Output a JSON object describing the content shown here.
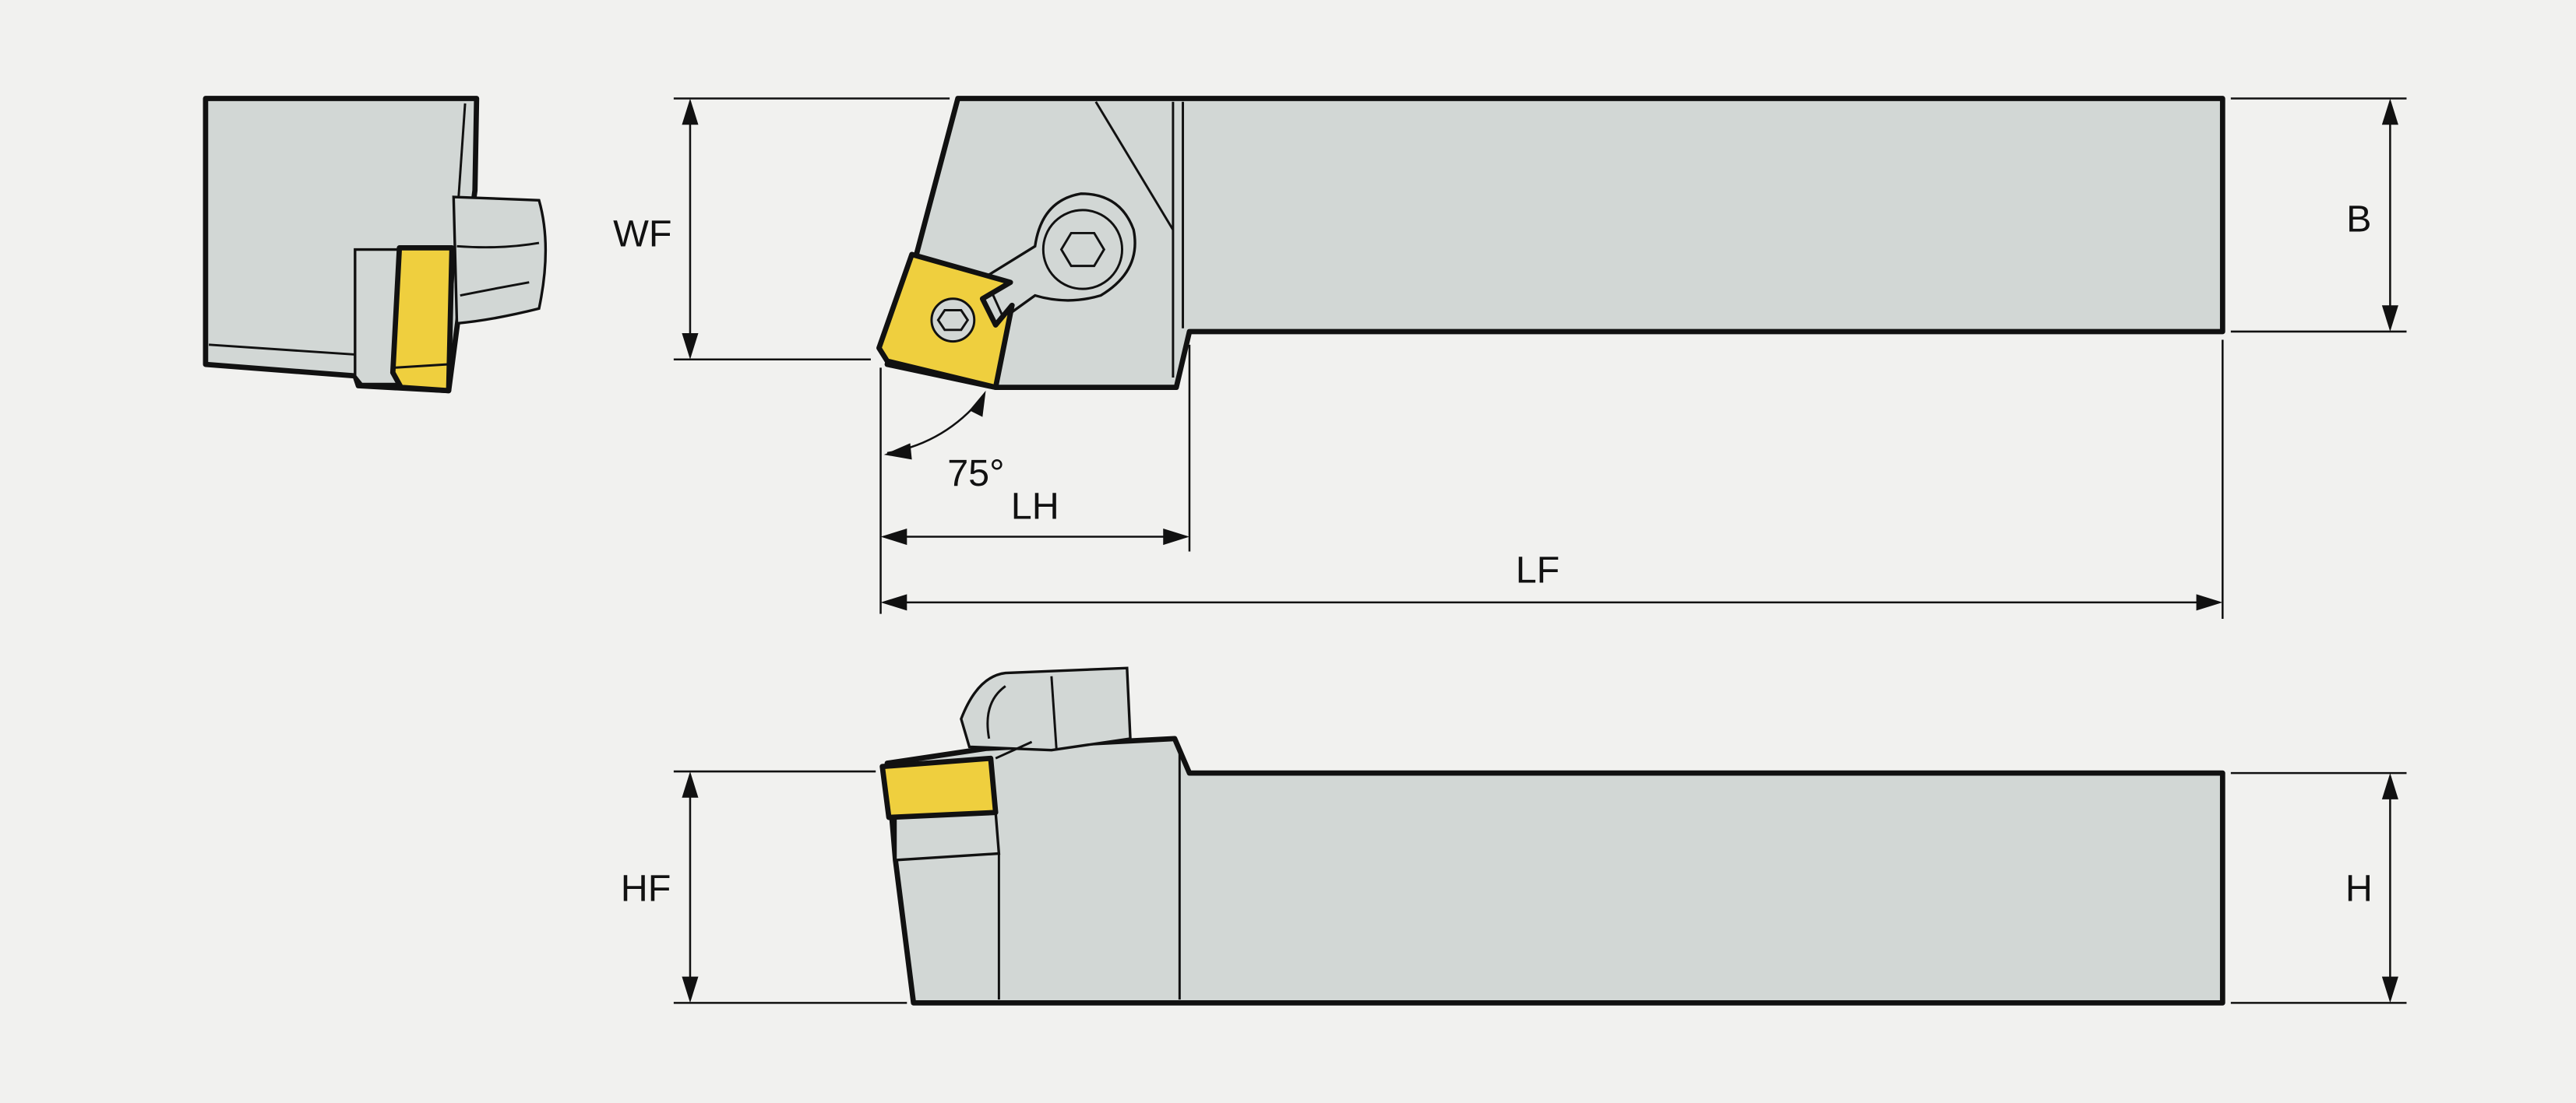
{
  "title": "Tool holder dimension drawing",
  "colors": {
    "body": "#d2d7d5",
    "insert": "#efcf3e",
    "outline": "#111111",
    "background": "#f1f1ef"
  },
  "labels": {
    "wf": "WF",
    "b": "B",
    "angle": "75°",
    "lh": "LH",
    "lf": "LF",
    "hf": "HF",
    "h": "H"
  }
}
